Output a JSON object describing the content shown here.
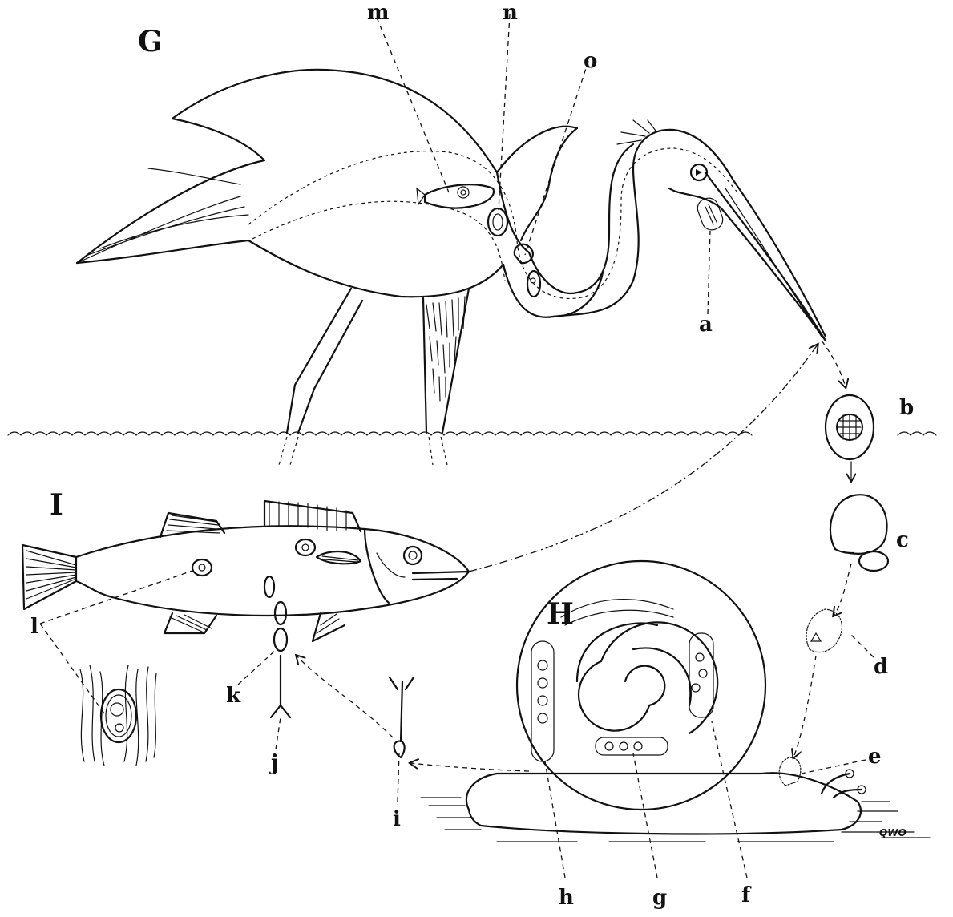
{
  "figure": {
    "panels": {
      "heron": "G",
      "snail": "H",
      "fish": "I"
    },
    "stages": [
      "a",
      "b",
      "c",
      "d",
      "e",
      "f",
      "g",
      "h",
      "i",
      "j",
      "k",
      "l",
      "m",
      "n",
      "o"
    ],
    "signature": "QWO"
  }
}
